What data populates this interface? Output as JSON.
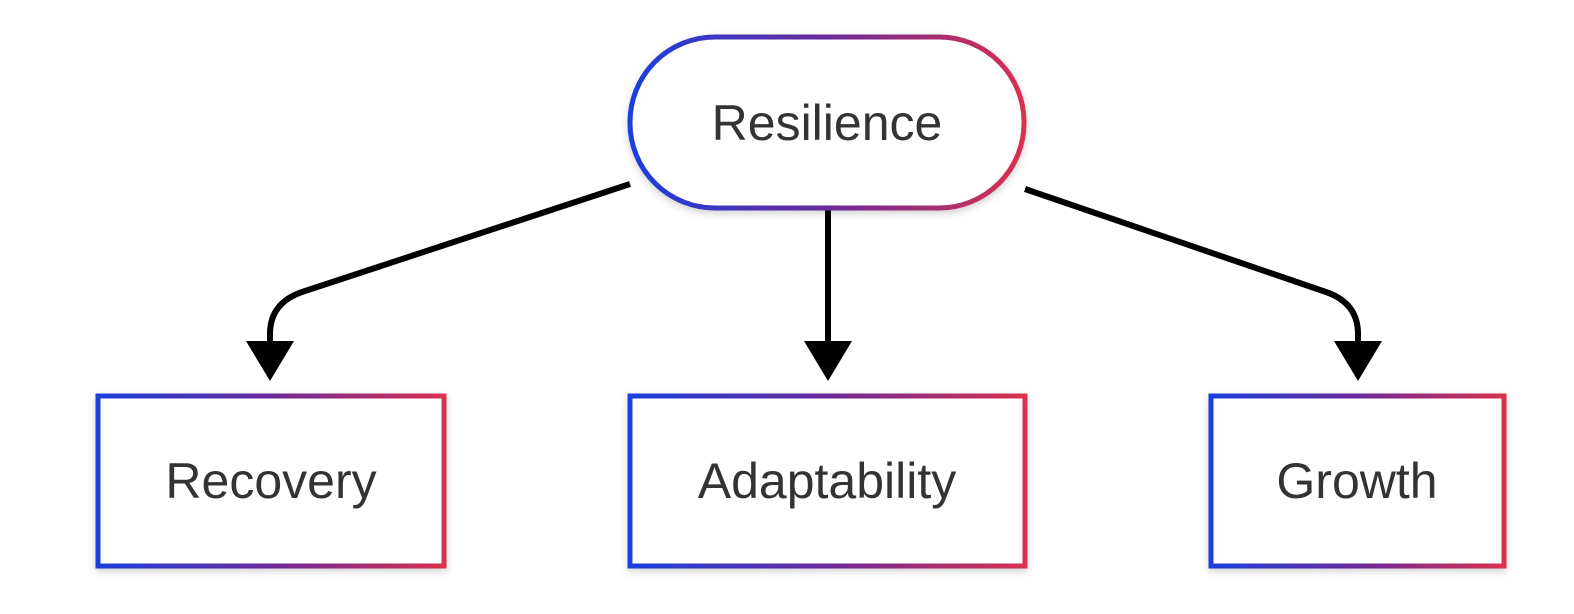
{
  "diagram": {
    "root": {
      "label": "Resilience"
    },
    "children": [
      {
        "label": "Recovery"
      },
      {
        "label": "Adaptability"
      },
      {
        "label": "Growth"
      }
    ]
  },
  "colors": {
    "gradient_start": "#1b3fdc",
    "gradient_end": "#d9304e",
    "arrow": "#000000",
    "text": "#333333",
    "background": "#ffffff"
  }
}
